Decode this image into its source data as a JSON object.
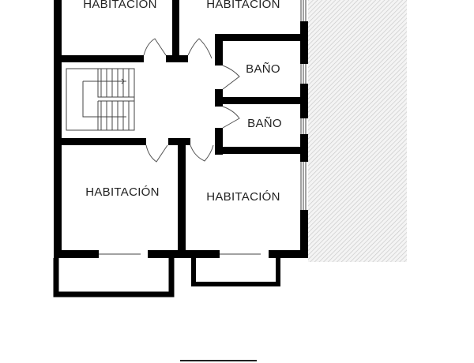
{
  "rooms": [
    {
      "label": "HABITACION"
    },
    {
      "label": "HABITACION"
    },
    {
      "label": "BAÑO"
    },
    {
      "label": "BAÑO"
    },
    {
      "label": "HABITACIÓN"
    },
    {
      "label": "HABITACIÓN"
    }
  ],
  "colors": {
    "wall": "#000000",
    "hatch": "#c8c8c8",
    "text": "#222222"
  }
}
